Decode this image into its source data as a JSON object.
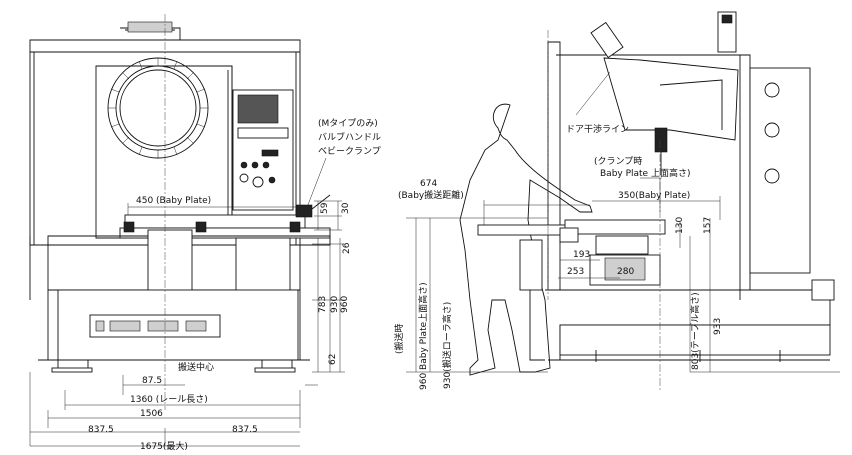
{
  "front_view": {
    "callout": {
      "line1": "(Mタイプのみ)",
      "line2": "バルブハンドル",
      "line3": "ベビークランプ"
    },
    "dims": {
      "baby_plate": "450 (Baby Plate)",
      "d59": "59",
      "d30": "30",
      "d26": "26",
      "d783": "783",
      "d930": "930",
      "d960": "960",
      "d62": "62",
      "transfer_center": "搬送中心",
      "d87_5": "87.5",
      "rail_length": "1360 (レール長さ)",
      "d1506": "1506",
      "left_half": "837.5",
      "right_half": "837.5",
      "max_width": "1675(最大)"
    }
  },
  "side_view": {
    "dims": {
      "door_line": "ドア干渉ライン",
      "clamp_line1": "(クランプ時",
      "clamp_line2": "Baby Plate 上面高さ)",
      "d674": "674",
      "transfer_distance": "(Baby搬送距離)",
      "baby_plate_350": "350(Baby Plate)",
      "d130": "130",
      "d157": "157",
      "d193": "193",
      "d253": "253",
      "d280": "280",
      "transfer_label": "(搬送時",
      "baby_plate_height": "960 Baby Plate上面高さ)",
      "roller_height": "930(搬送ローラ高さ)",
      "table_height": "803(テーブル高さ)",
      "d933": "933"
    }
  }
}
